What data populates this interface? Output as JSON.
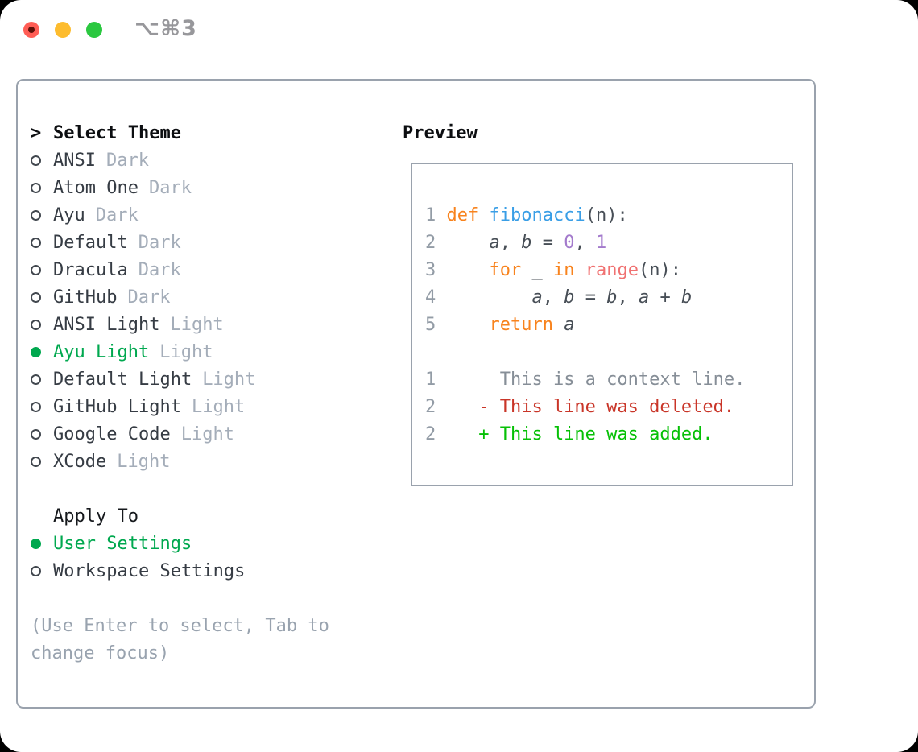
{
  "window": {
    "title": "⌥⌘3",
    "buttons": {
      "close": "close",
      "minimize": "minimize",
      "zoom": "zoom"
    }
  },
  "theme_list": {
    "header_prefix": ">",
    "header": "Select Theme",
    "items": [
      {
        "name": "ANSI",
        "variant": "Dark",
        "selected": false
      },
      {
        "name": "Atom One",
        "variant": "Dark",
        "selected": false
      },
      {
        "name": "Ayu",
        "variant": "Dark",
        "selected": false
      },
      {
        "name": "Default",
        "variant": "Dark",
        "selected": false
      },
      {
        "name": "Dracula",
        "variant": "Dark",
        "selected": false
      },
      {
        "name": "GitHub",
        "variant": "Dark",
        "selected": false
      },
      {
        "name": "ANSI Light",
        "variant": "Light",
        "selected": false
      },
      {
        "name": "Ayu Light",
        "variant": "Light",
        "selected": true
      },
      {
        "name": "Default Light",
        "variant": "Light",
        "selected": false
      },
      {
        "name": "GitHub Light",
        "variant": "Light",
        "selected": false
      },
      {
        "name": "Google Code",
        "variant": "Light",
        "selected": false
      },
      {
        "name": "XCode",
        "variant": "Light",
        "selected": false
      }
    ]
  },
  "apply_to": {
    "header": "Apply To",
    "items": [
      {
        "name": "User Settings",
        "selected": true
      },
      {
        "name": "Workspace Settings",
        "selected": false
      }
    ]
  },
  "footer": {
    "hint_line1": "(Use Enter to select, Tab to",
    "hint_line2": "change focus)"
  },
  "preview": {
    "header": "Preview",
    "lines": [
      [
        {
          "t": "1 ",
          "c": "ln"
        },
        {
          "t": "def ",
          "c": "kw"
        },
        {
          "t": "fibonacci",
          "c": "fn"
        },
        {
          "t": "(n):",
          "c": "pln"
        }
      ],
      [
        {
          "t": "2 ",
          "c": "ln"
        },
        {
          "t": "    ",
          "c": "pln"
        },
        {
          "t": "a",
          "c": "var"
        },
        {
          "t": ", ",
          "c": "pln"
        },
        {
          "t": "b",
          "c": "var"
        },
        {
          "t": " = ",
          "c": "pln"
        },
        {
          "t": "0",
          "c": "num"
        },
        {
          "t": ", ",
          "c": "pln"
        },
        {
          "t": "1",
          "c": "num"
        }
      ],
      [
        {
          "t": "3 ",
          "c": "ln"
        },
        {
          "t": "    ",
          "c": "pln"
        },
        {
          "t": "for",
          "c": "kw"
        },
        {
          "t": " _ ",
          "c": "pln"
        },
        {
          "t": "in",
          "c": "kw"
        },
        {
          "t": " ",
          "c": "pln"
        },
        {
          "t": "range",
          "c": "call"
        },
        {
          "t": "(n):",
          "c": "pln"
        }
      ],
      [
        {
          "t": "4 ",
          "c": "ln"
        },
        {
          "t": "        ",
          "c": "pln"
        },
        {
          "t": "a",
          "c": "var"
        },
        {
          "t": ", ",
          "c": "pln"
        },
        {
          "t": "b",
          "c": "var"
        },
        {
          "t": " = ",
          "c": "pln"
        },
        {
          "t": "b",
          "c": "var"
        },
        {
          "t": ", ",
          "c": "pln"
        },
        {
          "t": "a",
          "c": "var"
        },
        {
          "t": " + ",
          "c": "pln"
        },
        {
          "t": "b",
          "c": "var"
        }
      ],
      [
        {
          "t": "5 ",
          "c": "ln"
        },
        {
          "t": "    ",
          "c": "pln"
        },
        {
          "t": "return",
          "c": "kw"
        },
        {
          "t": " ",
          "c": "pln"
        },
        {
          "t": "a",
          "c": "var"
        }
      ],
      [],
      [
        {
          "t": "1",
          "c": "ln"
        },
        {
          "t": "      This is a context line.",
          "c": "ctx"
        }
      ],
      [
        {
          "t": "2",
          "c": "ln"
        },
        {
          "t": "    - This line was deleted.",
          "c": "del"
        }
      ],
      [
        {
          "t": "2",
          "c": "ln"
        },
        {
          "t": "    + This line was added.",
          "c": "add"
        }
      ]
    ]
  },
  "colors": {
    "selection_green": "#00a84f",
    "added_green": "#06c006",
    "deleted_red": "#c93528",
    "keyword_orange": "#f8831d",
    "function_blue": "#399ee6",
    "builtin_coral": "#f07171",
    "number_purple": "#a37acc",
    "border_gray": "#9aa2ad",
    "muted_gray": "#a4adb9",
    "hint_gray": "#99a3af",
    "line_number_gray": "#939ca6",
    "context_gray": "#868e97",
    "code_default": "#474e56",
    "text_dark": "#363c44",
    "heading_black": "#0c0e11",
    "titlebar_red": "#ff5d55",
    "titlebar_yellow": "#fdbc2e",
    "titlebar_green": "#2bc840",
    "titlebar_title_gray": "#97979b"
  }
}
